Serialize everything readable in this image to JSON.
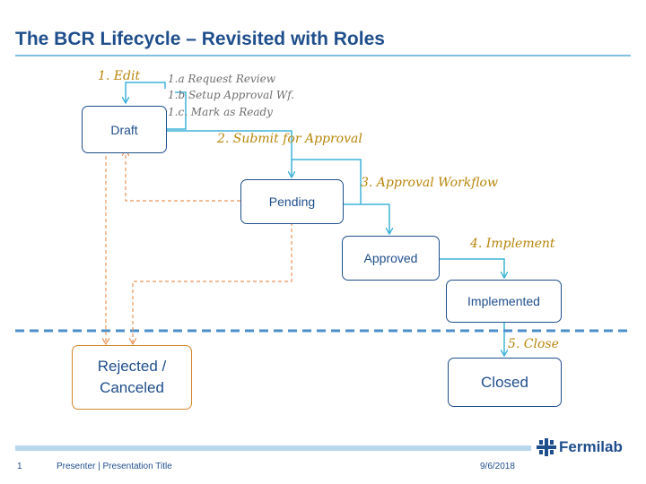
{
  "slide": {
    "title": "The BCR Lifecycle – Revisited with Roles"
  },
  "states": {
    "draft": "Draft",
    "pending": "Pending",
    "approved": "Approved",
    "implemented": "Implemented",
    "rejected_line1": "Rejected /",
    "rejected_line2": "Canceled",
    "closed": "Closed"
  },
  "steps": {
    "edit": "1. Edit",
    "request_review": "1.a Request Review",
    "setup_approval": "1.b Setup Approval Wf.",
    "mark_ready": "1.c. Mark as Ready",
    "submit": "2. Submit for Approval",
    "approval_workflow": "3. Approval Workflow",
    "implement": "4. Implement",
    "close": "5. Close"
  },
  "footer": {
    "page_number": "1",
    "presenter": "Presenter | Presentation Title",
    "date": "9/6/2018",
    "logo_text": "Fermilab"
  },
  "colors": {
    "title": "#1f4e8c",
    "arrow": "#3fb3d9",
    "dashed": "#e8955a",
    "step_label": "#b8860b",
    "rejected_border": "#d4882c"
  }
}
